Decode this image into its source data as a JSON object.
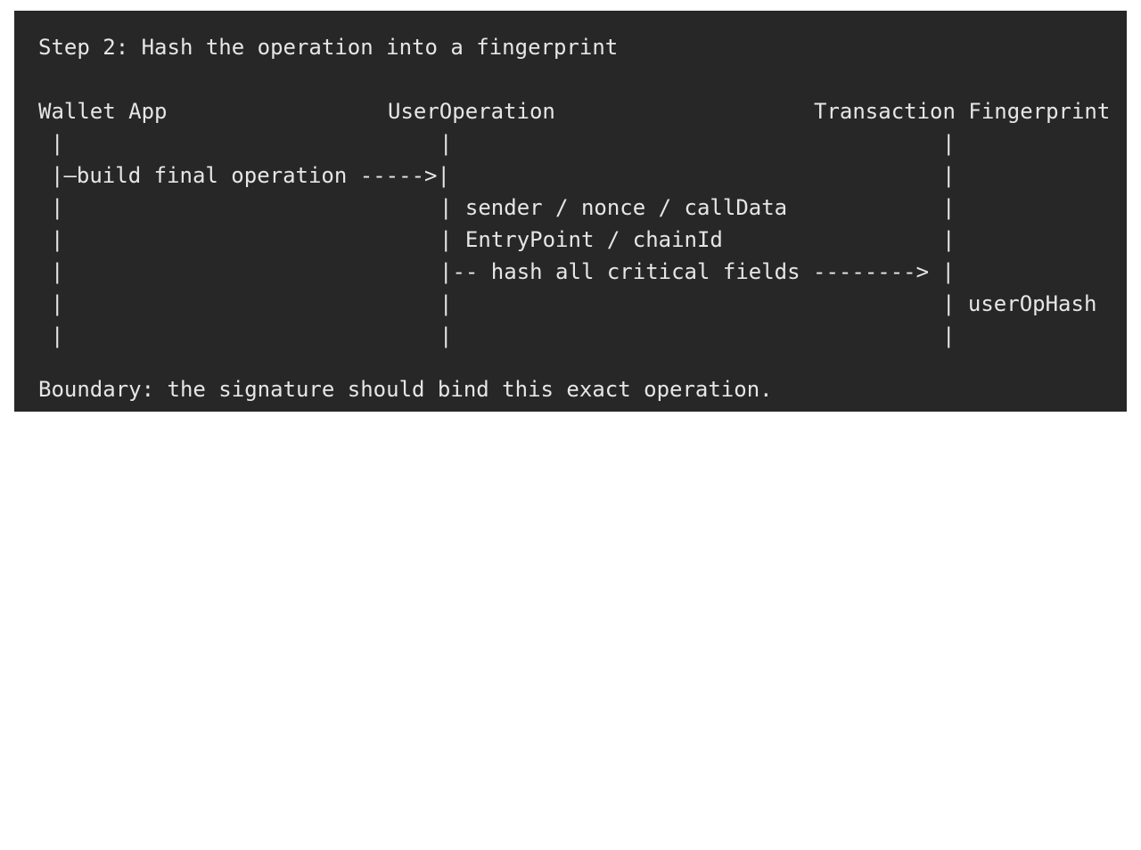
{
  "diagram": {
    "title": "Step 2: Hash the operation into a fingerprint",
    "lines": [
      "Wallet App              UserOperation                   Transaction Fingerprint",
      " |                        |                               |",
      " |–build final operation ----->|                          |",
      " |                        | sender / nonce / callData     |",
      " |                        | EntryPoint / chainId          |",
      " |                        |-- hash all critical fields --------> |",
      " |                        |                               | userOpHash",
      " |                        |                               |"
    ],
    "footer": "Boundary: the signature should bind this exact operation."
  }
}
